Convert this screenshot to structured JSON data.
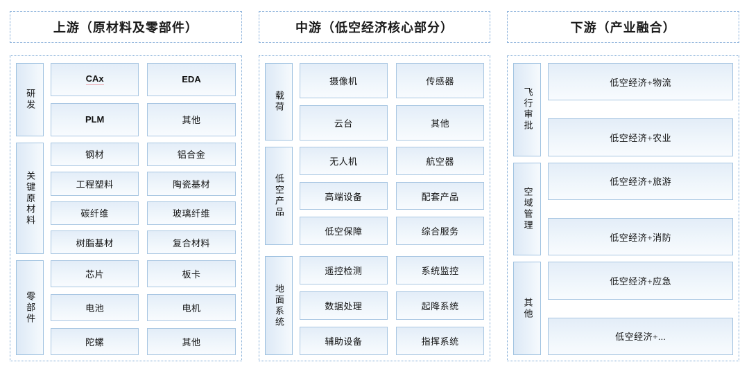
{
  "diagram": {
    "title_hidden": "",
    "accent_border": "#a8c6e2",
    "accent_fill": "#e3edf8",
    "frame_color": "#7aa7d4",
    "spell_underline": "#e8a0a8"
  },
  "columns": [
    {
      "id": "upstream",
      "header": "上游（原材料及零部件）",
      "groups": [
        {
          "label": "研发",
          "rows": 2,
          "cells": [
            {
              "text": "CAx",
              "latin": true,
              "spell": true
            },
            {
              "text": "EDA",
              "latin": true,
              "spell": false
            },
            {
              "text": "PLM",
              "latin": true,
              "spell": false
            },
            {
              "text": "其他",
              "latin": false,
              "spell": false
            }
          ]
        },
        {
          "label": "关键原材料",
          "rows": 4,
          "cells": [
            {
              "text": "钢材",
              "latin": false,
              "spell": false
            },
            {
              "text": "铝合金",
              "latin": false,
              "spell": false
            },
            {
              "text": "工程塑料",
              "latin": false,
              "spell": false
            },
            {
              "text": "陶瓷基材",
              "latin": false,
              "spell": false
            },
            {
              "text": "碳纤维",
              "latin": false,
              "spell": false
            },
            {
              "text": "玻璃纤维",
              "latin": false,
              "spell": false
            },
            {
              "text": "树脂基材",
              "latin": false,
              "spell": false
            },
            {
              "text": "复合材料",
              "latin": false,
              "spell": false
            }
          ]
        },
        {
          "label": "零部件",
          "rows": 3,
          "cells": [
            {
              "text": "芯片",
              "latin": false,
              "spell": false
            },
            {
              "text": "板卡",
              "latin": false,
              "spell": false
            },
            {
              "text": "电池",
              "latin": false,
              "spell": false
            },
            {
              "text": "电机",
              "latin": false,
              "spell": false
            },
            {
              "text": "陀螺",
              "latin": false,
              "spell": false
            },
            {
              "text": "其他",
              "latin": false,
              "spell": false
            }
          ]
        }
      ]
    },
    {
      "id": "midstream",
      "header": "中游（低空经济核心部分）",
      "groups": [
        {
          "label": "载荷",
          "rows": 2,
          "cells": [
            {
              "text": "摄像机",
              "latin": false,
              "spell": false
            },
            {
              "text": "传感器",
              "latin": false,
              "spell": false
            },
            {
              "text": "云台",
              "latin": false,
              "spell": false
            },
            {
              "text": "其他",
              "latin": false,
              "spell": false
            }
          ]
        },
        {
          "label": "低空产品",
          "rows": 3,
          "cells": [
            {
              "text": "无人机",
              "latin": false,
              "spell": false
            },
            {
              "text": "航空器",
              "latin": false,
              "spell": false
            },
            {
              "text": "高端设备",
              "latin": false,
              "spell": false
            },
            {
              "text": "配套产品",
              "latin": false,
              "spell": false
            },
            {
              "text": "低空保障",
              "latin": false,
              "spell": false
            },
            {
              "text": "综合服务",
              "latin": false,
              "spell": false
            }
          ]
        },
        {
          "label": "地面系统",
          "rows": 3,
          "cells": [
            {
              "text": "遥控检测",
              "latin": false,
              "spell": false
            },
            {
              "text": "系统监控",
              "latin": false,
              "spell": false
            },
            {
              "text": "数据处理",
              "latin": false,
              "spell": false
            },
            {
              "text": "起降系统",
              "latin": false,
              "spell": false
            },
            {
              "text": "辅助设备",
              "latin": false,
              "spell": false
            },
            {
              "text": "指挥系统",
              "latin": false,
              "spell": false
            }
          ]
        }
      ]
    },
    {
      "id": "downstream",
      "header": "下游（产业融合）",
      "groups": [
        {
          "label": "飞行审批",
          "rows": 2,
          "single": true,
          "cells": [
            {
              "text": "低空经济+物流",
              "latin": false,
              "spell": false
            },
            {
              "text": "低空经济+农业",
              "latin": false,
              "spell": false
            }
          ]
        },
        {
          "label": "空域管理",
          "rows": 2,
          "single": true,
          "cells": [
            {
              "text": "低空经济+旅游",
              "latin": false,
              "spell": false
            },
            {
              "text": "低空经济+消防",
              "latin": false,
              "spell": false
            }
          ]
        },
        {
          "label": "其他",
          "rows": 2,
          "single": true,
          "cells": [
            {
              "text": "低空经济+应急",
              "latin": false,
              "spell": false
            },
            {
              "text": "低空经济+...",
              "latin": false,
              "spell": false
            }
          ]
        }
      ]
    }
  ]
}
